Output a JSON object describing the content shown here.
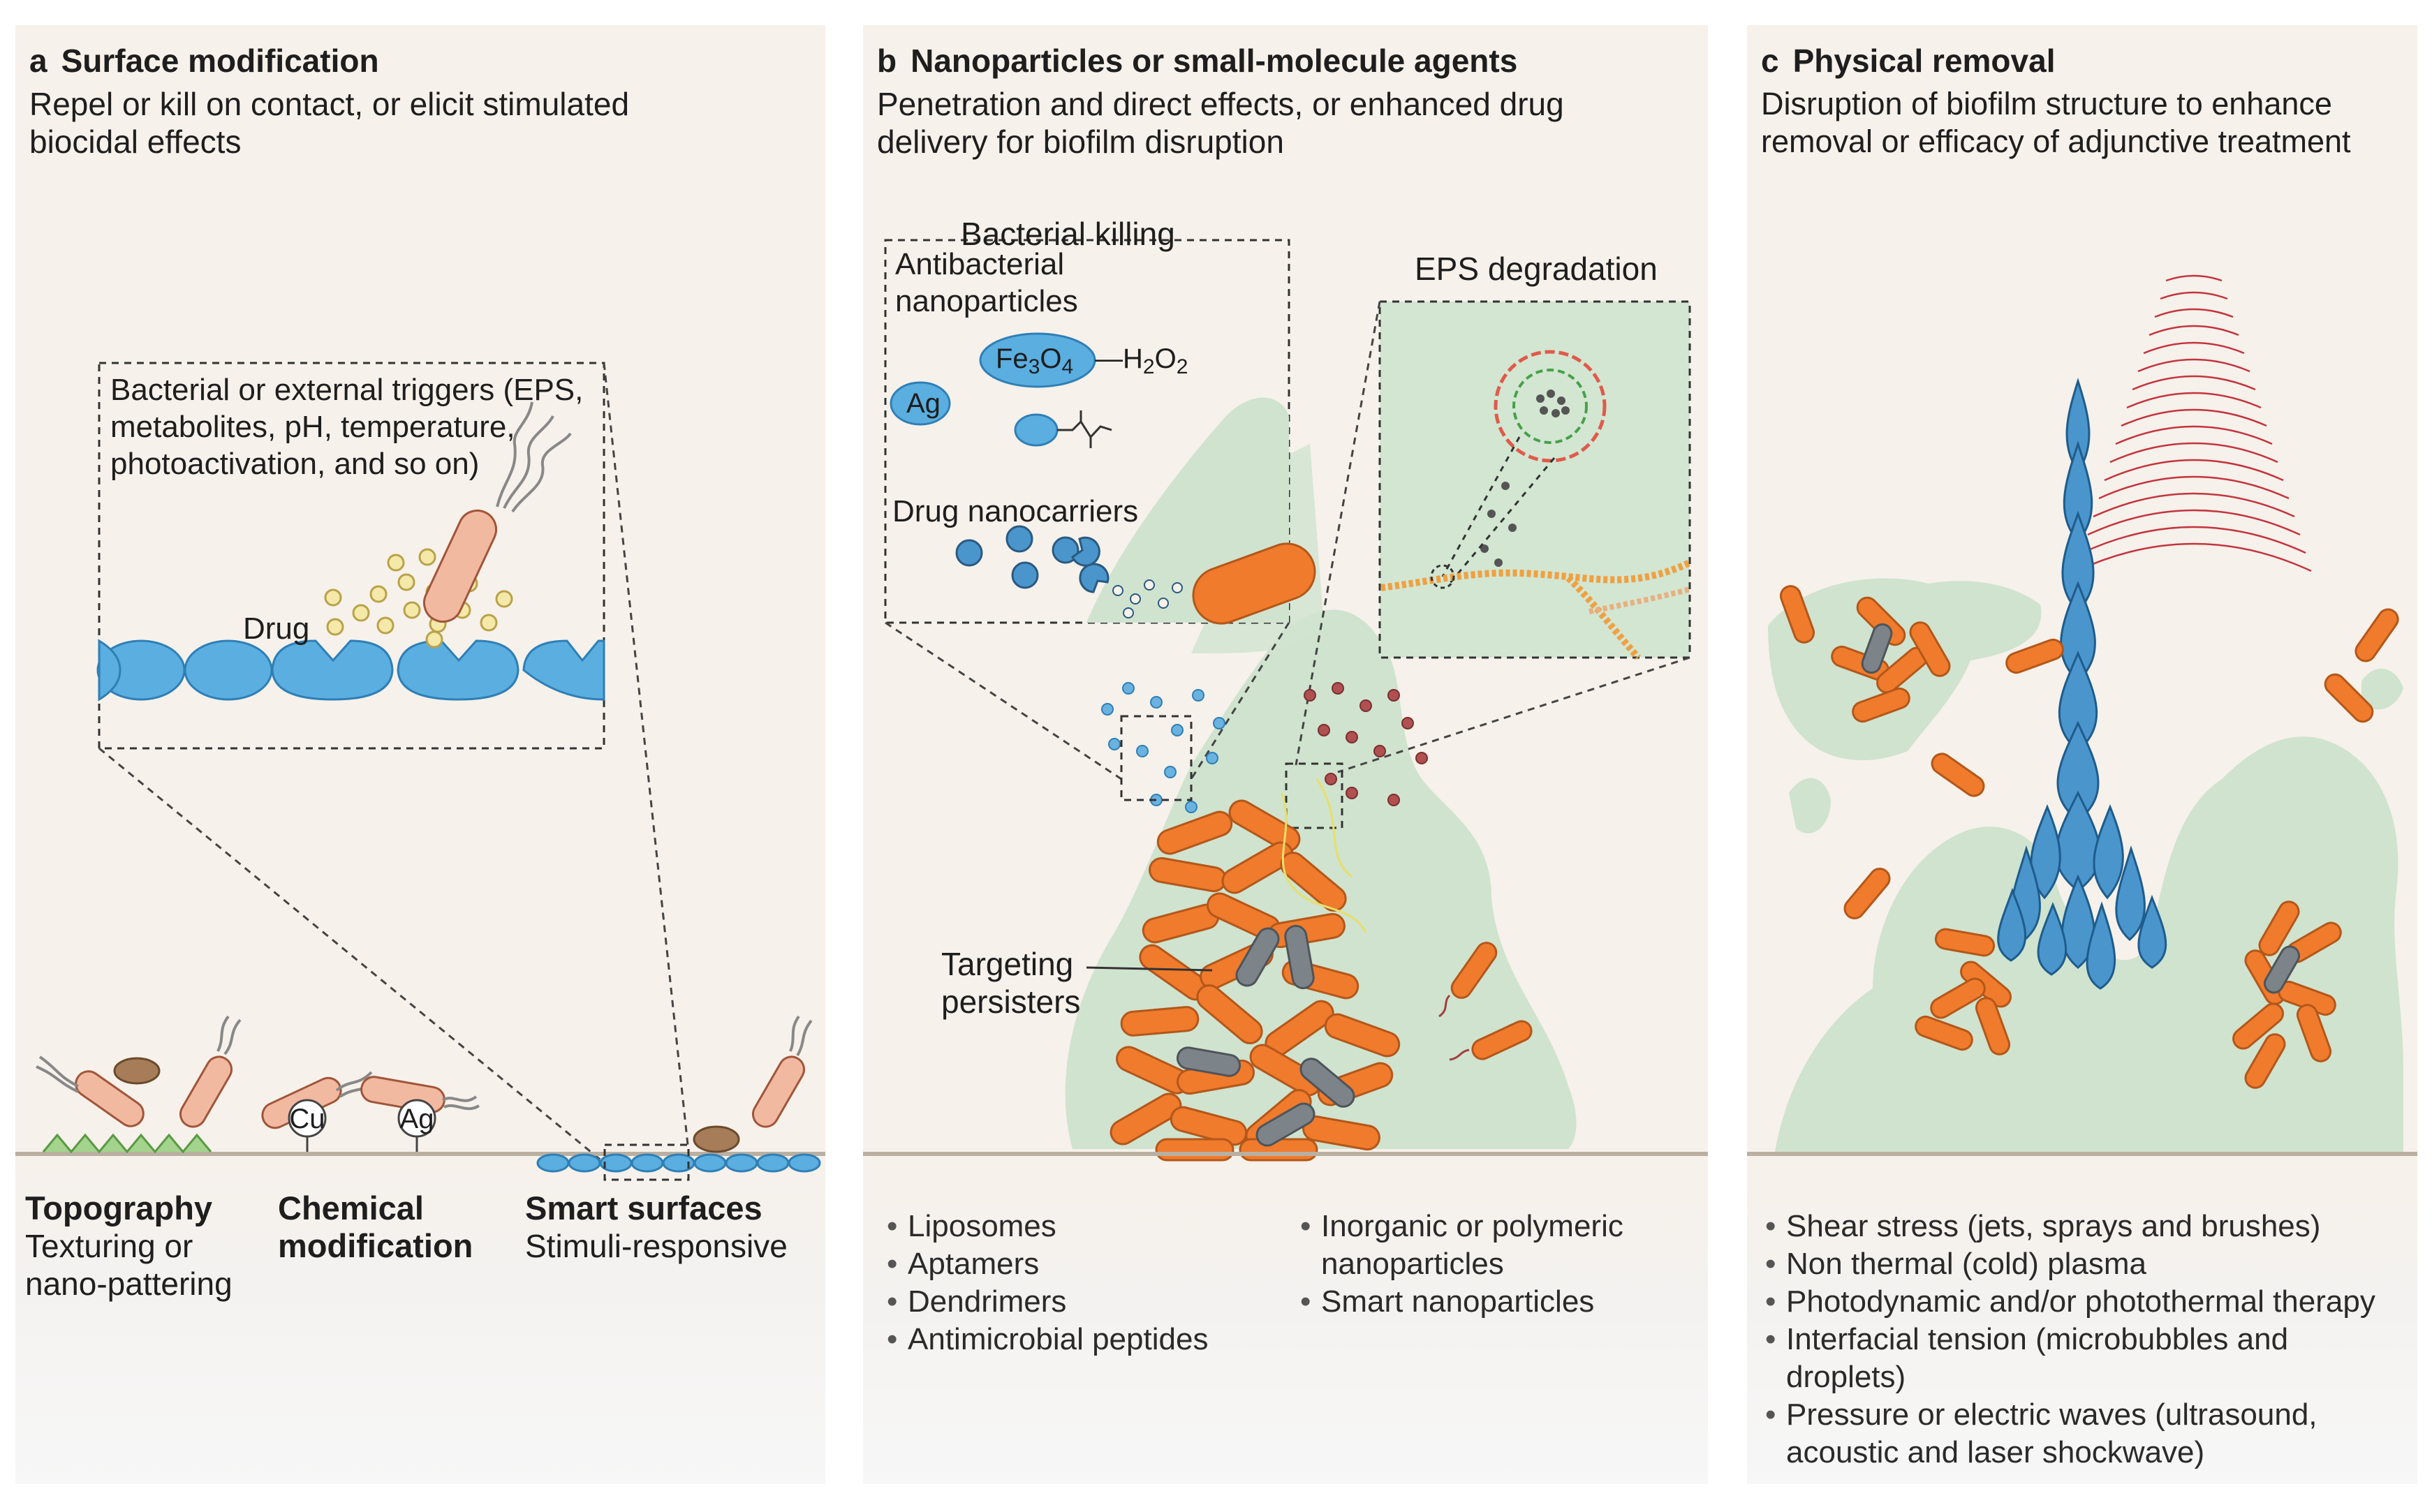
{
  "panels": {
    "a": {
      "letter": "a",
      "title": "Surface modification",
      "subtitle": "Repel or kill on contact, or elicit stimulated biocidal effects",
      "inset_text": "Bacterial or external triggers (EPS, metabolites, pH, temperature, photoactivation, and so on)",
      "drug_label": "Drug",
      "ions": [
        "Cu",
        "Ag"
      ],
      "categories": [
        {
          "title": "Topography",
          "desc": "Texturing or nano-pattering"
        },
        {
          "title": "Chemical modification",
          "desc": ""
        },
        {
          "title": "Smart surfaces",
          "desc": "Stimuli-responsive"
        }
      ]
    },
    "b": {
      "letter": "b",
      "title": "Nanoparticles or small-molecule agents",
      "subtitle": "Penetration and direct effects, or enhanced drug delivery for biofilm disruption",
      "bacterial_killing": "Bacterial killing",
      "antibacterial_np": "Antibacterial nanoparticles",
      "fe3o4_base": "Fe",
      "fe3o4_sub1": "3",
      "fe3o4_mid": "O",
      "fe3o4_sub2": "4",
      "h2o2_base": "—H",
      "h2o2_sub1": "2",
      "h2o2_mid": "O",
      "h2o2_sub2": "2",
      "ag": "Ag",
      "drug_nanocarriers": "Drug nanocarriers",
      "eps_degradation": "EPS degradation",
      "targeting_persisters": "Targeting persisters",
      "bullets_left": [
        "Liposomes",
        "Aptamers",
        "Dendrimers",
        "Antimicrobial peptides"
      ],
      "bullets_right": [
        "Inorganic or polymeric nanoparticles",
        "Smart nanoparticles"
      ]
    },
    "c": {
      "letter": "c",
      "title": "Physical removal",
      "subtitle": "Disruption of biofilm structure to enhance removal or efficacy of adjunctive treatment",
      "bullets": [
        "Shear stress (jets, sprays and brushes)",
        "Non thermal (cold) plasma",
        "Photodynamic and/or photothermal therapy",
        "Interfacial tension (microbubbles and droplets)",
        "Pressure or electric waves (ultrasound, acoustic and laser shockwave)"
      ]
    }
  },
  "colors": {
    "panel_bg": "#f6f1ea",
    "biofilm_green": "#cfe3cf",
    "bacterium_orange": "#f07b2c",
    "bacterium_pink": "#f2b9a1",
    "nanoparticle_blue": "#4a95cc",
    "persister_gray": "#7d8489",
    "eps_red": "#9a2f2f"
  }
}
